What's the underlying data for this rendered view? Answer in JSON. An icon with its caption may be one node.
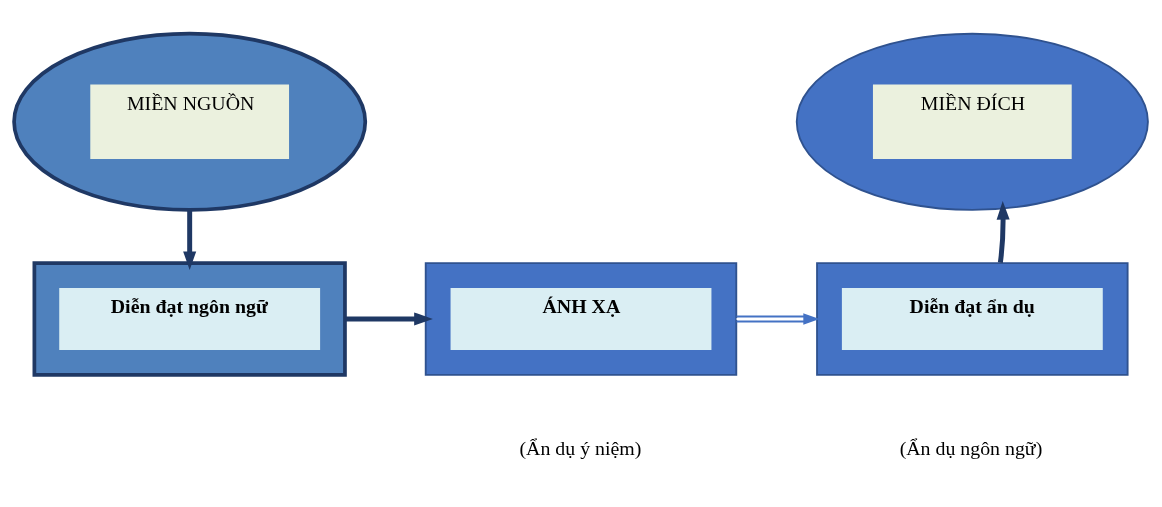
{
  "diagram": {
    "nodes": [
      {
        "text": [
          "MIỀN NGUỒN"
        ]
      },
      {
        "text": [
          "Diễn đạt ngôn ngữ"
        ]
      },
      {
        "text": [
          "ÁNH XẠ"
        ],
        "beside": [
          "(Ẩn dụ ý niệm)"
        ]
      },
      {
        "text": [
          "Diễn đạt ẩn dụ"
        ],
        "beside": [
          "(Ẩn dụ ngôn ngữ)"
        ]
      },
      {
        "text": [
          "MIỀN ĐÍCH"
        ]
      }
    ],
    "edges": [
      {
        "from": 0,
        "to": 1,
        "arrow": "to"
      },
      {
        "from": 1,
        "to": 2,
        "arrow": "to"
      },
      {
        "from": 2,
        "to": 3,
        "arrow": "to",
        "color": "#4472c4"
      },
      {
        "from": 3,
        "to": 4,
        "arrow": "to"
      }
    ]
  }
}
